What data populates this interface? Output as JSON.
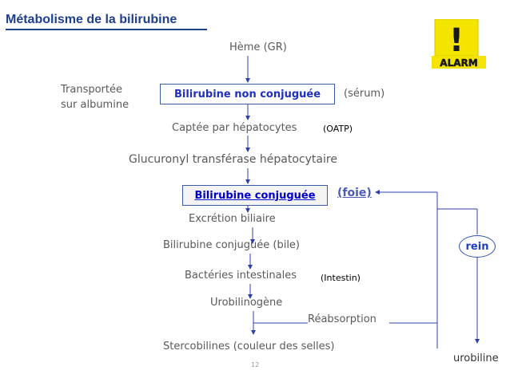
{
  "title": "Métabolisme de la bilirubine",
  "nodes": {
    "heme": "Hème (GR)",
    "transport_line1": "Transportée",
    "transport_line2": "sur albumine",
    "bnc": "Bilirubine non conjuguée",
    "serum": "(sérum)",
    "captee": "Captée par hépatocytes",
    "oatp": "(OATP)",
    "glucuronyl": "Glucuronyl transférase hépatocytaire",
    "bc": "Bilirubine conjuguée",
    "foie": "(foie)",
    "excretion": "Excrétion biliaire",
    "bc_bile": "Bilirubine conjuguée (bile)",
    "bacteries": "Bactéries intestinales",
    "intestin": "(Intestin)",
    "urobilinogene": "Urobilinogène",
    "reabsorption": "Réabsorption",
    "stercobilines": "Stercobilines (couleur  des selles)",
    "rein": "rein",
    "urobiline": "urobiline"
  },
  "alarm": {
    "symbol": "!",
    "label": "ALARM",
    "colors": {
      "box": "#f5e400",
      "text": "#1a1a1a"
    }
  },
  "page_number": "12",
  "colors": {
    "title": "#1f3f8f",
    "box_text": "#1f2fbf",
    "arrow": "#2f3fa8",
    "text": "#595959"
  }
}
